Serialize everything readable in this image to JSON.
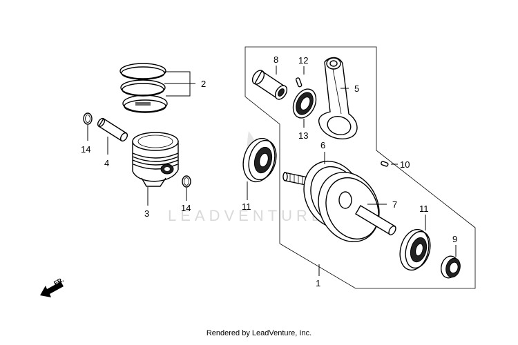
{
  "callouts": [
    "1",
    "2",
    "3",
    "4",
    "5",
    "6",
    "7",
    "8",
    "9",
    "10",
    "11",
    "11",
    "12",
    "13",
    "14",
    "14"
  ],
  "front_marker": "FR.",
  "watermark": "LEADVENTURE",
  "credit": "Rendered by LeadVenture, Inc."
}
